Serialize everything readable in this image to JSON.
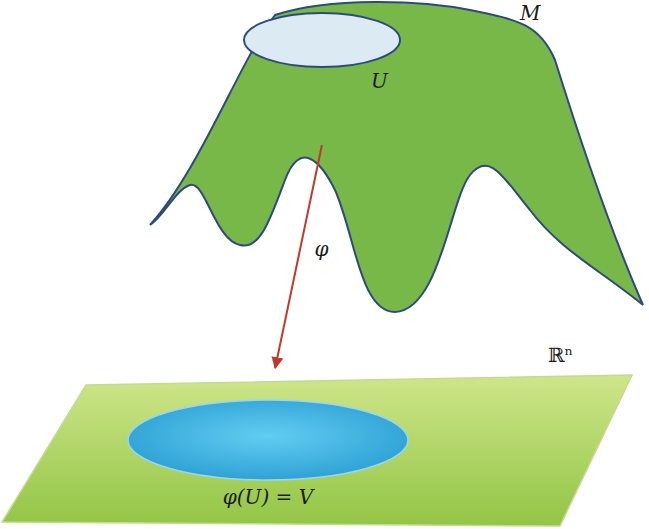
{
  "diagram": {
    "nodes": [
      {
        "text": [
          "M"
        ]
      },
      {
        "text": [
          "U"
        ],
        "in": 0
      },
      {
        "text": [
          "ℝⁿ"
        ]
      },
      {
        "text": [
          "φ(U) = V"
        ],
        "in": 2
      }
    ],
    "edges": [
      {
        "from": 0,
        "to": 2,
        "label": "φ",
        "arrow": "to"
      }
    ]
  }
}
